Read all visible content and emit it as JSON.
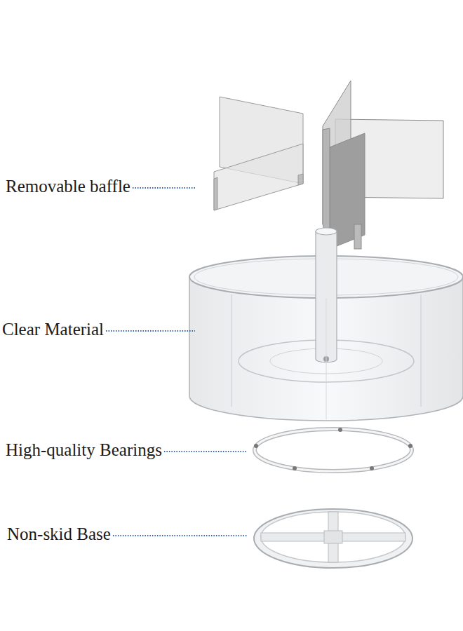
{
  "diagram": {
    "labels": [
      "Removable baffle",
      "Clear Material",
      "High-quality Bearings",
      "Non-skid Base"
    ]
  }
}
